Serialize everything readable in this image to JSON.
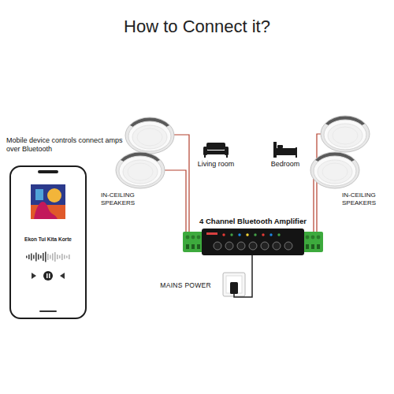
{
  "diagram": {
    "title": "How to Connect it?",
    "nodes": [
      {
        "text": [
          "Ekon Tui Kita Korte"
        ]
      },
      {
        "text": [
          "4 Channel Bluetooth Amplifier"
        ]
      },
      {
        "text": [
          "MAINS POWER"
        ]
      }
    ],
    "edges": [
      {
        "from": 1,
        "to": 2,
        "arrow": "none"
      }
    ],
    "labels": [
      "Mobile device controls connect amps over Bluetooth",
      "Living room",
      "Bedroom",
      "IN-CEILING SPEAKERS",
      "IN-CEILING SPEAKERS"
    ]
  }
}
